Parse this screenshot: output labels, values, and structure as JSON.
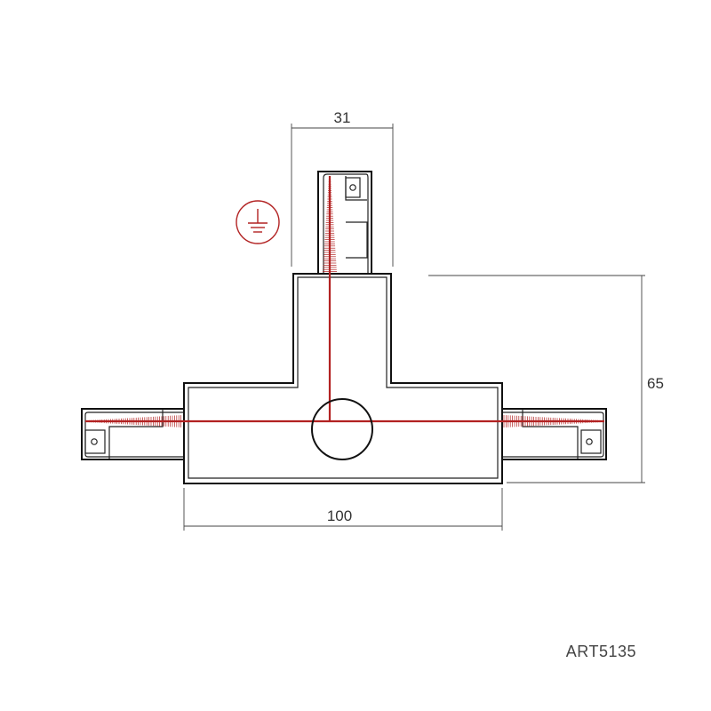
{
  "dimensions": {
    "top_width": "31",
    "height": "65",
    "bottom_width": "100"
  },
  "product_code": "ART5135",
  "icons": {
    "ground": "ground-symbol-icon",
    "joint": "center-joint-circle"
  },
  "colors": {
    "accent": "#b22222",
    "line": "#111111",
    "dimension": "#444444"
  }
}
